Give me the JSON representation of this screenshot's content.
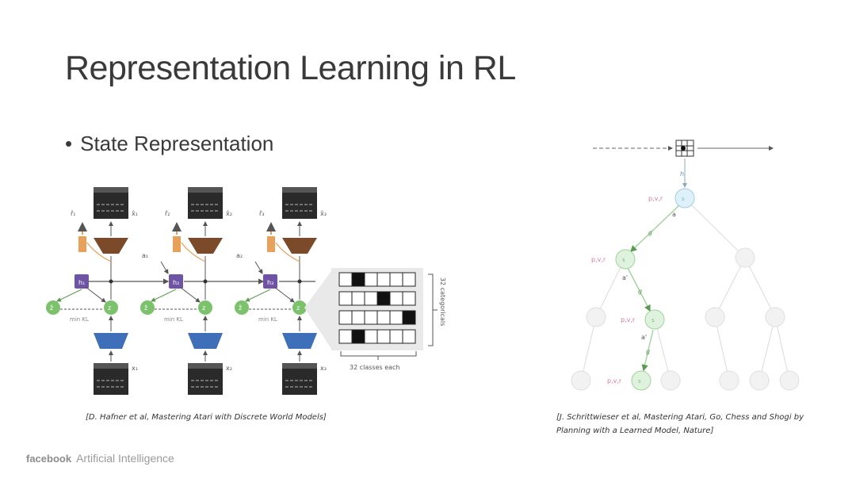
{
  "slide": {
    "title": "Representation Learning in RL",
    "bullet": "State Representation",
    "caption_left": "[D. Hafner et al, Mastering Atari with Discrete World Models]",
    "caption_right": "[J. Schrittwieser et al, Mastering Atari, Go, Chess and Shogi by Planning with a Learned Model, Nature]"
  },
  "left_diagram": {
    "kl_label": "min KL",
    "categoricals_label": "32 categoricals",
    "classes_label": "32 classes each",
    "grid_cells": [
      [
        0,
        1,
        0,
        0,
        0,
        0
      ],
      [
        0,
        0,
        0,
        1,
        0,
        0
      ],
      [
        0,
        0,
        0,
        0,
        0,
        1
      ],
      [
        0,
        1,
        0,
        0,
        0,
        0
      ]
    ],
    "steps": [
      {
        "h": "h₁",
        "x": "x₁",
        "xhat": "x̂₁",
        "rhat": "r̂₁",
        "z": "z",
        "zhat": "ẑ",
        "a": ""
      },
      {
        "h": "h₂",
        "x": "x₂",
        "xhat": "x̂₂",
        "rhat": "r̂₂",
        "z": "z",
        "zhat": "ẑ",
        "a": "a₁"
      },
      {
        "h": "h₃",
        "x": "x₃",
        "xhat": "x̂₃",
        "rhat": "r̂₃",
        "z": "z",
        "zhat": "ẑ",
        "a": "a₂"
      }
    ]
  },
  "right_diagram": {
    "h_label": "h",
    "g_label": "g",
    "a_label": "a",
    "a_prime_label": "a'",
    "pv_label": "p,v,r",
    "node_label": "s"
  },
  "footer": {
    "brand": "facebook",
    "sub": "Artificial Intelligence"
  },
  "colors": {
    "green_node": "#7cc26d",
    "purple_node": "#6e54a3",
    "blue_trap": "#3f6fb8",
    "brown_trap": "#7a4a2a",
    "orange_bar": "#e8a15a",
    "tree_blue": "#9ecfe0",
    "tree_green": "#9fd39a",
    "tree_faint": "#d5d5d5",
    "pink_text": "#d07aa0"
  }
}
